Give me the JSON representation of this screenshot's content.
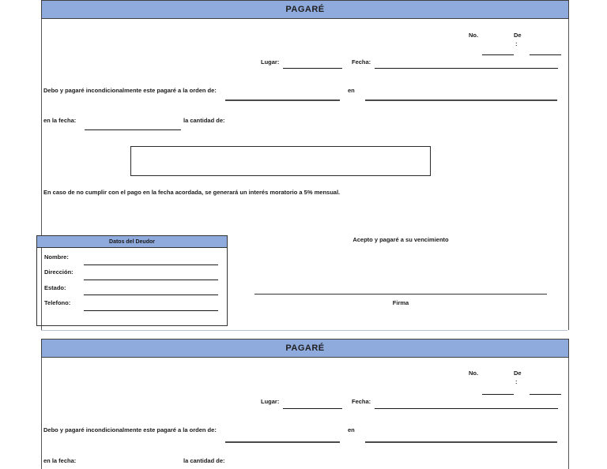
{
  "document": {
    "colors": {
      "header_bg": "#8FAADC",
      "border": "#404040",
      "line": "#1a1a1a"
    },
    "sections": [
      {
        "title": "PAGARÉ",
        "no_label": "No.",
        "de_label": "De",
        "colon_label": ":",
        "lugar_label": "Lugar:",
        "fecha_label": "Fecha:",
        "order_clause": "Debo y pagaré incondicionalmente este pagaré a la orden de:",
        "en_label": "en",
        "en_fecha_label": "en la fecha:",
        "cantidad_label": "la cantidad de:",
        "interest_note": "En caso de no cumplir con el pago en la fecha acordada, se generará un interés moratorio a 5% mensual.",
        "debtor_box": {
          "title": "Datos del Deudor",
          "field_labels": [
            "Nombre:",
            "Dirección:",
            "Estado:",
            "Telefono:"
          ]
        },
        "accept_text": "Acepto y pagaré a su vencimiento",
        "firma_label": "Firma"
      },
      {
        "title": "PAGARÉ",
        "no_label": "No.",
        "de_label": "De",
        "colon_label": ":",
        "lugar_label": "Lugar:",
        "fecha_label": "Fecha:",
        "order_clause": "Debo y pagaré incondicionalmente este pagaré a la orden de:",
        "en_label": "en",
        "en_fecha_label": "en la fecha:",
        "cantidad_label": "la cantidad de:"
      }
    ]
  }
}
